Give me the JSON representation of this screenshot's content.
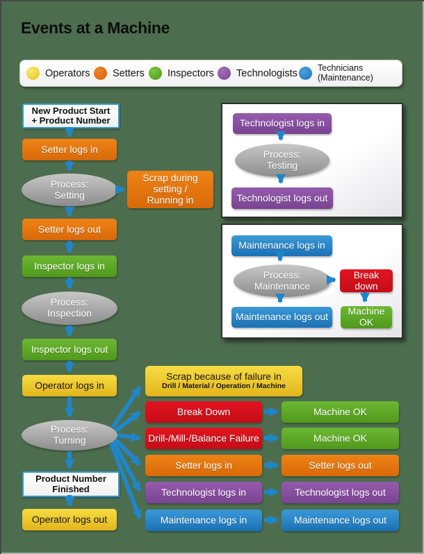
{
  "title": "Events at a Machine",
  "colors": {
    "background": "#4d6e4e",
    "arrow_blue": "#1f86cb",
    "operators_yellow": "#e9c51f",
    "setters_orange": "#e07410",
    "inspectors_green": "#5aa826",
    "technologists_purple": "#8a4f9f",
    "technicians_blue": "#2285c9",
    "process_gray": "#a5a5a5",
    "failure_red": "#d11019",
    "ok_green": "#5ead27"
  },
  "legend": {
    "items": [
      {
        "label": "Operators"
      },
      {
        "label": "Setters"
      },
      {
        "label": "Inspectors"
      },
      {
        "label": "Technologists"
      },
      {
        "label": "Technicians\n(Maintenance)"
      }
    ]
  },
  "main_flow": {
    "start": "New Product Start\n+ Product Number",
    "setter_in": "Setter logs in",
    "process_setting": "Process:\nSetting",
    "scrap_setting": "Scrap during\nsetting /\nRunning in",
    "setter_out": "Setter logs out",
    "inspector_in": "Inspector logs in",
    "process_inspection": "Process:\nInspection",
    "inspector_out": "Inspector logs out",
    "operator_in": "Operator logs in",
    "process_turning": "Process:\nTurning",
    "finished": "Product Number\nFinished",
    "operator_out": "Operator logs out"
  },
  "testing_panel": {
    "tech_in": "Technologist logs in",
    "process": "Process:\nTesting",
    "tech_out": "Technologist logs out"
  },
  "maintenance_panel": {
    "maint_in": "Maintenance logs in",
    "process": "Process:\nMaintenance",
    "break_down": "Break\ndown",
    "machine_ok": "Machine\nOK",
    "maint_out": "Maintenance logs out"
  },
  "turning_events": {
    "scrap_title": "Scrap because of failure in",
    "scrap_subtitle": "Drill / Material / Operation / Machine",
    "rows": [
      {
        "left": "Break Down",
        "right": "Machine OK"
      },
      {
        "left": "Drill-/Mill-/Balance Failure",
        "right": "Machine OK"
      },
      {
        "left": "Setter logs in",
        "right": "Setter logs out"
      },
      {
        "left": "Technologist logs in",
        "right": "Technologist logs out"
      },
      {
        "left": "Maintenance logs in",
        "right": "Maintenance logs out"
      }
    ]
  }
}
